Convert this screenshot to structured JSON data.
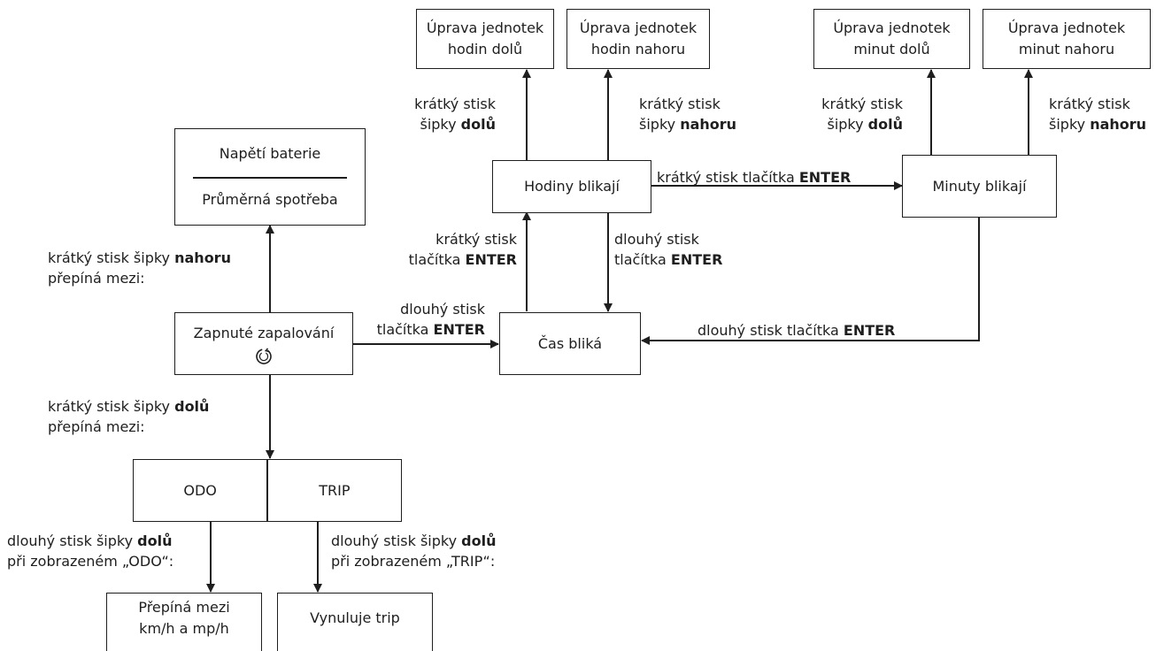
{
  "boxes": {
    "battery_top": "Napětí baterie",
    "battery_bottom": "Průměrná spotřeba",
    "ignition": "Zapnuté zapalování",
    "odo": "ODO",
    "trip": "TRIP",
    "switch_units_1": "Přepíná mezi",
    "switch_units_2": "km/h a mp/h",
    "reset_trip": "Vynuluje trip",
    "time_blinks": "Čas bliká",
    "hours_blink": "Hodiny blikají",
    "minutes_blink": "Minuty blikají",
    "hours_down_1": "Úprava jednotek",
    "hours_down_2": "hodin dolů",
    "hours_up_1": "Úprava jednotek",
    "hours_up_2": "hodin nahoru",
    "minutes_down_1": "Úprava jednotek",
    "minutes_down_2": "minut dolů",
    "minutes_up_1": "Úprava jednotek",
    "minutes_up_2": "minut nahoru"
  },
  "labels": {
    "up_switch": {
      "pre": "krátký stisk šipky ",
      "bold": "nahoru",
      "line2": "přepíná mezi:"
    },
    "down_switch": {
      "pre": "krátký stisk šipky ",
      "bold": "dolů",
      "line2": "přepíná mezi:"
    },
    "ignition_to_time": {
      "line1": "dlouhý stisk",
      "pre": "tlačítka ",
      "bold": "ENTER"
    },
    "odo_long": {
      "pre": "dlouhý stisk šipky ",
      "bold": "dolů",
      "line2": "při zobrazeném „ODO“:"
    },
    "trip_long": {
      "pre": "dlouhý stisk šipky ",
      "bold": "dolů",
      "line2": "při zobrazeném „TRIP“:"
    },
    "time_to_hours": {
      "line1": "krátký stisk",
      "pre": "tlačítka ",
      "bold": "ENTER"
    },
    "hours_to_time": {
      "line1": "dlouhý stisk",
      "pre": "tlačítka ",
      "bold": "ENTER"
    },
    "hours_to_minutes": {
      "pre": "krátký stisk tlačítka ",
      "bold": "ENTER"
    },
    "minutes_to_time": {
      "pre": "dlouhý stisk tlačítka ",
      "bold": "ENTER"
    },
    "hours_down": {
      "line1": "krátký stisk",
      "pre": "šipky ",
      "bold": "dolů"
    },
    "hours_up": {
      "line1": "krátký stisk",
      "pre": "šipky ",
      "bold": "nahoru"
    },
    "minutes_down": {
      "line1": "krátký stisk",
      "pre": "šipky ",
      "bold": "dolů"
    },
    "minutes_up": {
      "line1": "krátký stisk",
      "pre": "šipky ",
      "bold": "nahoru"
    }
  },
  "icons": {
    "ignition": "refresh-icon"
  },
  "colors": {
    "ink": "#1e1e1e"
  }
}
